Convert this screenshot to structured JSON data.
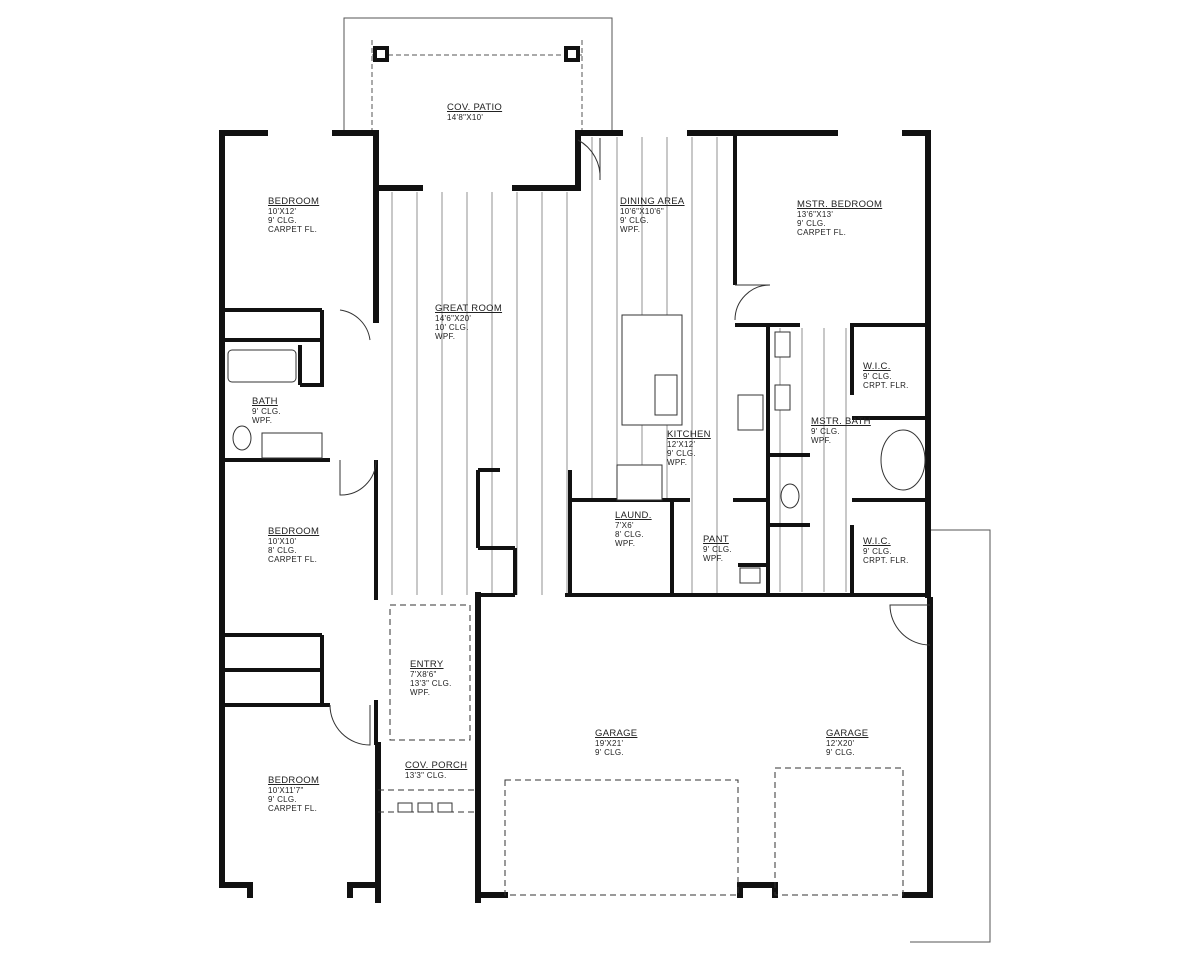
{
  "rooms": [
    {
      "id": "cov-patio",
      "name": "COV. PATIO",
      "lines": [
        "14'8\"X10'"
      ]
    },
    {
      "id": "bedroom-1",
      "name": "BEDROOM",
      "lines": [
        "10'X12'",
        "9' CLG.",
        "CARPET FL."
      ]
    },
    {
      "id": "great-room",
      "name": "GREAT ROOM",
      "lines": [
        "14'6\"X20'",
        "10' CLG.",
        "WPF."
      ]
    },
    {
      "id": "dining-area",
      "name": "DINING AREA",
      "lines": [
        "10'6\"X10'6\"",
        "9' CLG.",
        "WPF."
      ]
    },
    {
      "id": "mstr-bedroom",
      "name": "MSTR. BEDROOM",
      "lines": [
        "13'6\"X13'",
        "9' CLG.",
        "CARPET FL."
      ]
    },
    {
      "id": "bath",
      "name": "BATH",
      "lines": [
        "9' CLG.",
        "WPF."
      ]
    },
    {
      "id": "wic-1",
      "name": "W.I.C.",
      "lines": [
        "9' CLG.",
        "CRPT. FLR."
      ]
    },
    {
      "id": "mstr-bath",
      "name": "MSTR. BATH",
      "lines": [
        "9' CLG.",
        "WPF."
      ]
    },
    {
      "id": "kitchen",
      "name": "KITCHEN",
      "lines": [
        "12'X12'",
        "9' CLG.",
        "WPF."
      ]
    },
    {
      "id": "bedroom-2",
      "name": "BEDROOM",
      "lines": [
        "10'X10'",
        "8' CLG.",
        "CARPET FL."
      ]
    },
    {
      "id": "laund",
      "name": "LAUND.",
      "lines": [
        "7'X6'",
        "8' CLG.",
        "WPF."
      ]
    },
    {
      "id": "pant",
      "name": "PANT",
      "lines": [
        "9' CLG.",
        "WPF."
      ]
    },
    {
      "id": "wic-2",
      "name": "W.I.C.",
      "lines": [
        "9' CLG.",
        "CRPT. FLR."
      ]
    },
    {
      "id": "entry",
      "name": "ENTRY",
      "lines": [
        "7'X8'6\"",
        "13'3\" CLG.",
        "WPF."
      ]
    },
    {
      "id": "garage-1",
      "name": "GARAGE",
      "lines": [
        "19'X21'",
        "9' CLG."
      ]
    },
    {
      "id": "garage-2",
      "name": "GARAGE",
      "lines": [
        "12'X20'",
        "9' CLG."
      ]
    },
    {
      "id": "bedroom-3",
      "name": "BEDROOM",
      "lines": [
        "10'X11'7\"",
        "9' CLG.",
        "CARPET FL."
      ]
    },
    {
      "id": "cov-porch",
      "name": "COV. PORCH",
      "lines": [
        "13'3\" CLG."
      ]
    }
  ]
}
